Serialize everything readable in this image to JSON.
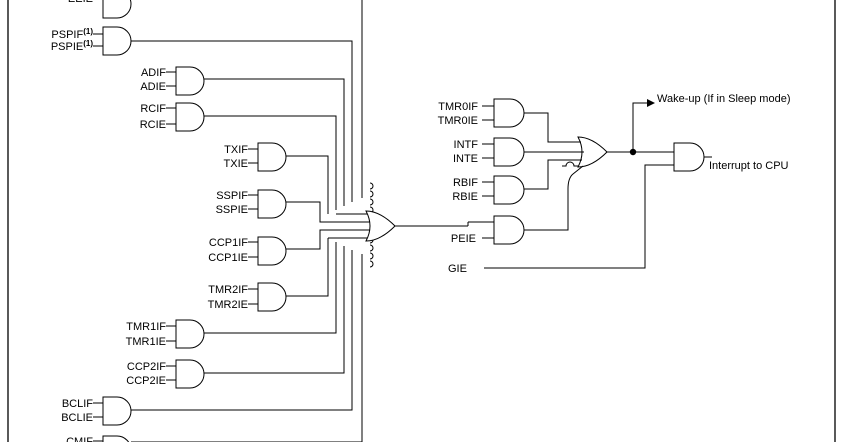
{
  "left_gates": [
    {
      "in1": "EEIE",
      "in2": ""
    },
    {
      "in1": "PSPIF",
      "in1_sup": "(1)",
      "in2": "PSPIE",
      "in2_sup": "(1)"
    },
    {
      "in1": "ADIF",
      "in2": "ADIE"
    },
    {
      "in1": "RCIF",
      "in2": "RCIE"
    },
    {
      "in1": "TXIF",
      "in2": "TXIE"
    },
    {
      "in1": "SSPIF",
      "in2": "SSPIE"
    },
    {
      "in1": "CCP1IF",
      "in2": "CCP1IE"
    },
    {
      "in1": "TMR2IF",
      "in2": "TMR2IE"
    },
    {
      "in1": "TMR1IF",
      "in2": "TMR1IE"
    },
    {
      "in1": "CCP2IF",
      "in2": "CCP2IE"
    },
    {
      "in1": "BCLIF",
      "in2": "BCLIE"
    },
    {
      "in1": "CMIF",
      "in2": ""
    }
  ],
  "right_gates": [
    {
      "in1": "TMR0IF",
      "in2": "TMR0IE"
    },
    {
      "in1": "INTF",
      "in2": "INTE"
    },
    {
      "in1": "RBIF",
      "in2": "RBIE"
    }
  ],
  "peie_label": "PEIE",
  "gie_label": "GIE",
  "wakeup_label": "Wake-up (If in Sleep mode)",
  "output_label": "Interrupt to CPU"
}
